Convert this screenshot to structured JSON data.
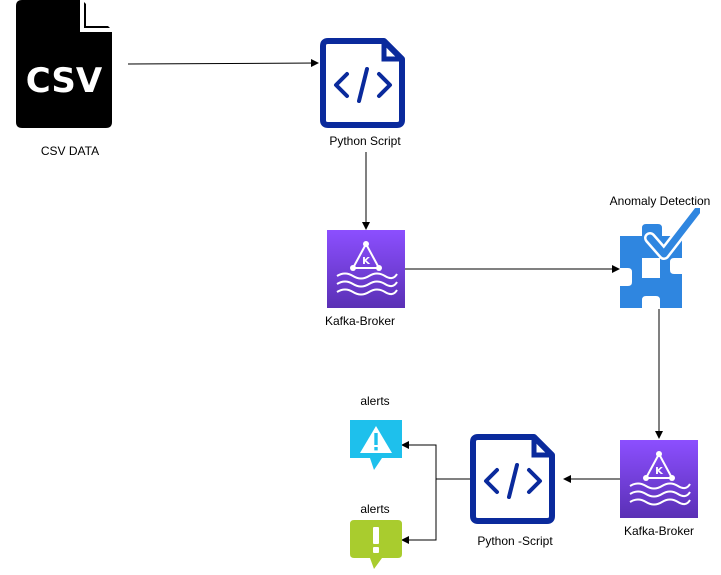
{
  "nodes": {
    "csv": {
      "label": "CSV DATA",
      "icon_text": "CSV"
    },
    "python_script_1": {
      "label": "Python Script"
    },
    "kafka_broker_1": {
      "label": "Kafka-Broker",
      "icon_letter": "K"
    },
    "anomaly_detection": {
      "label": "Anomaly Detection"
    },
    "kafka_broker_2": {
      "label": "Kafka-Broker",
      "icon_letter": "K"
    },
    "python_script_2": {
      "label": "Python -Script"
    },
    "alert_1": {
      "label": "alerts"
    },
    "alert_2": {
      "label": "alerts"
    }
  },
  "colors": {
    "csv_icon": "#000000",
    "script_blue": "#0a2a9c",
    "kafka_purple_top": "#8c4fff",
    "kafka_purple_bottom": "#5a30b5",
    "anomaly_blue": "#2f86e0",
    "alert_cyan": "#1ec0ec",
    "alert_green": "#a9cc2e"
  },
  "edges": [
    {
      "from": "csv",
      "to": "python_script_1"
    },
    {
      "from": "python_script_1",
      "to": "kafka_broker_1"
    },
    {
      "from": "kafka_broker_1",
      "to": "anomaly_detection"
    },
    {
      "from": "anomaly_detection",
      "to": "kafka_broker_2"
    },
    {
      "from": "kafka_broker_2",
      "to": "python_script_2"
    },
    {
      "from": "python_script_2",
      "to": "alert_1"
    },
    {
      "from": "python_script_2",
      "to": "alert_2"
    }
  ]
}
